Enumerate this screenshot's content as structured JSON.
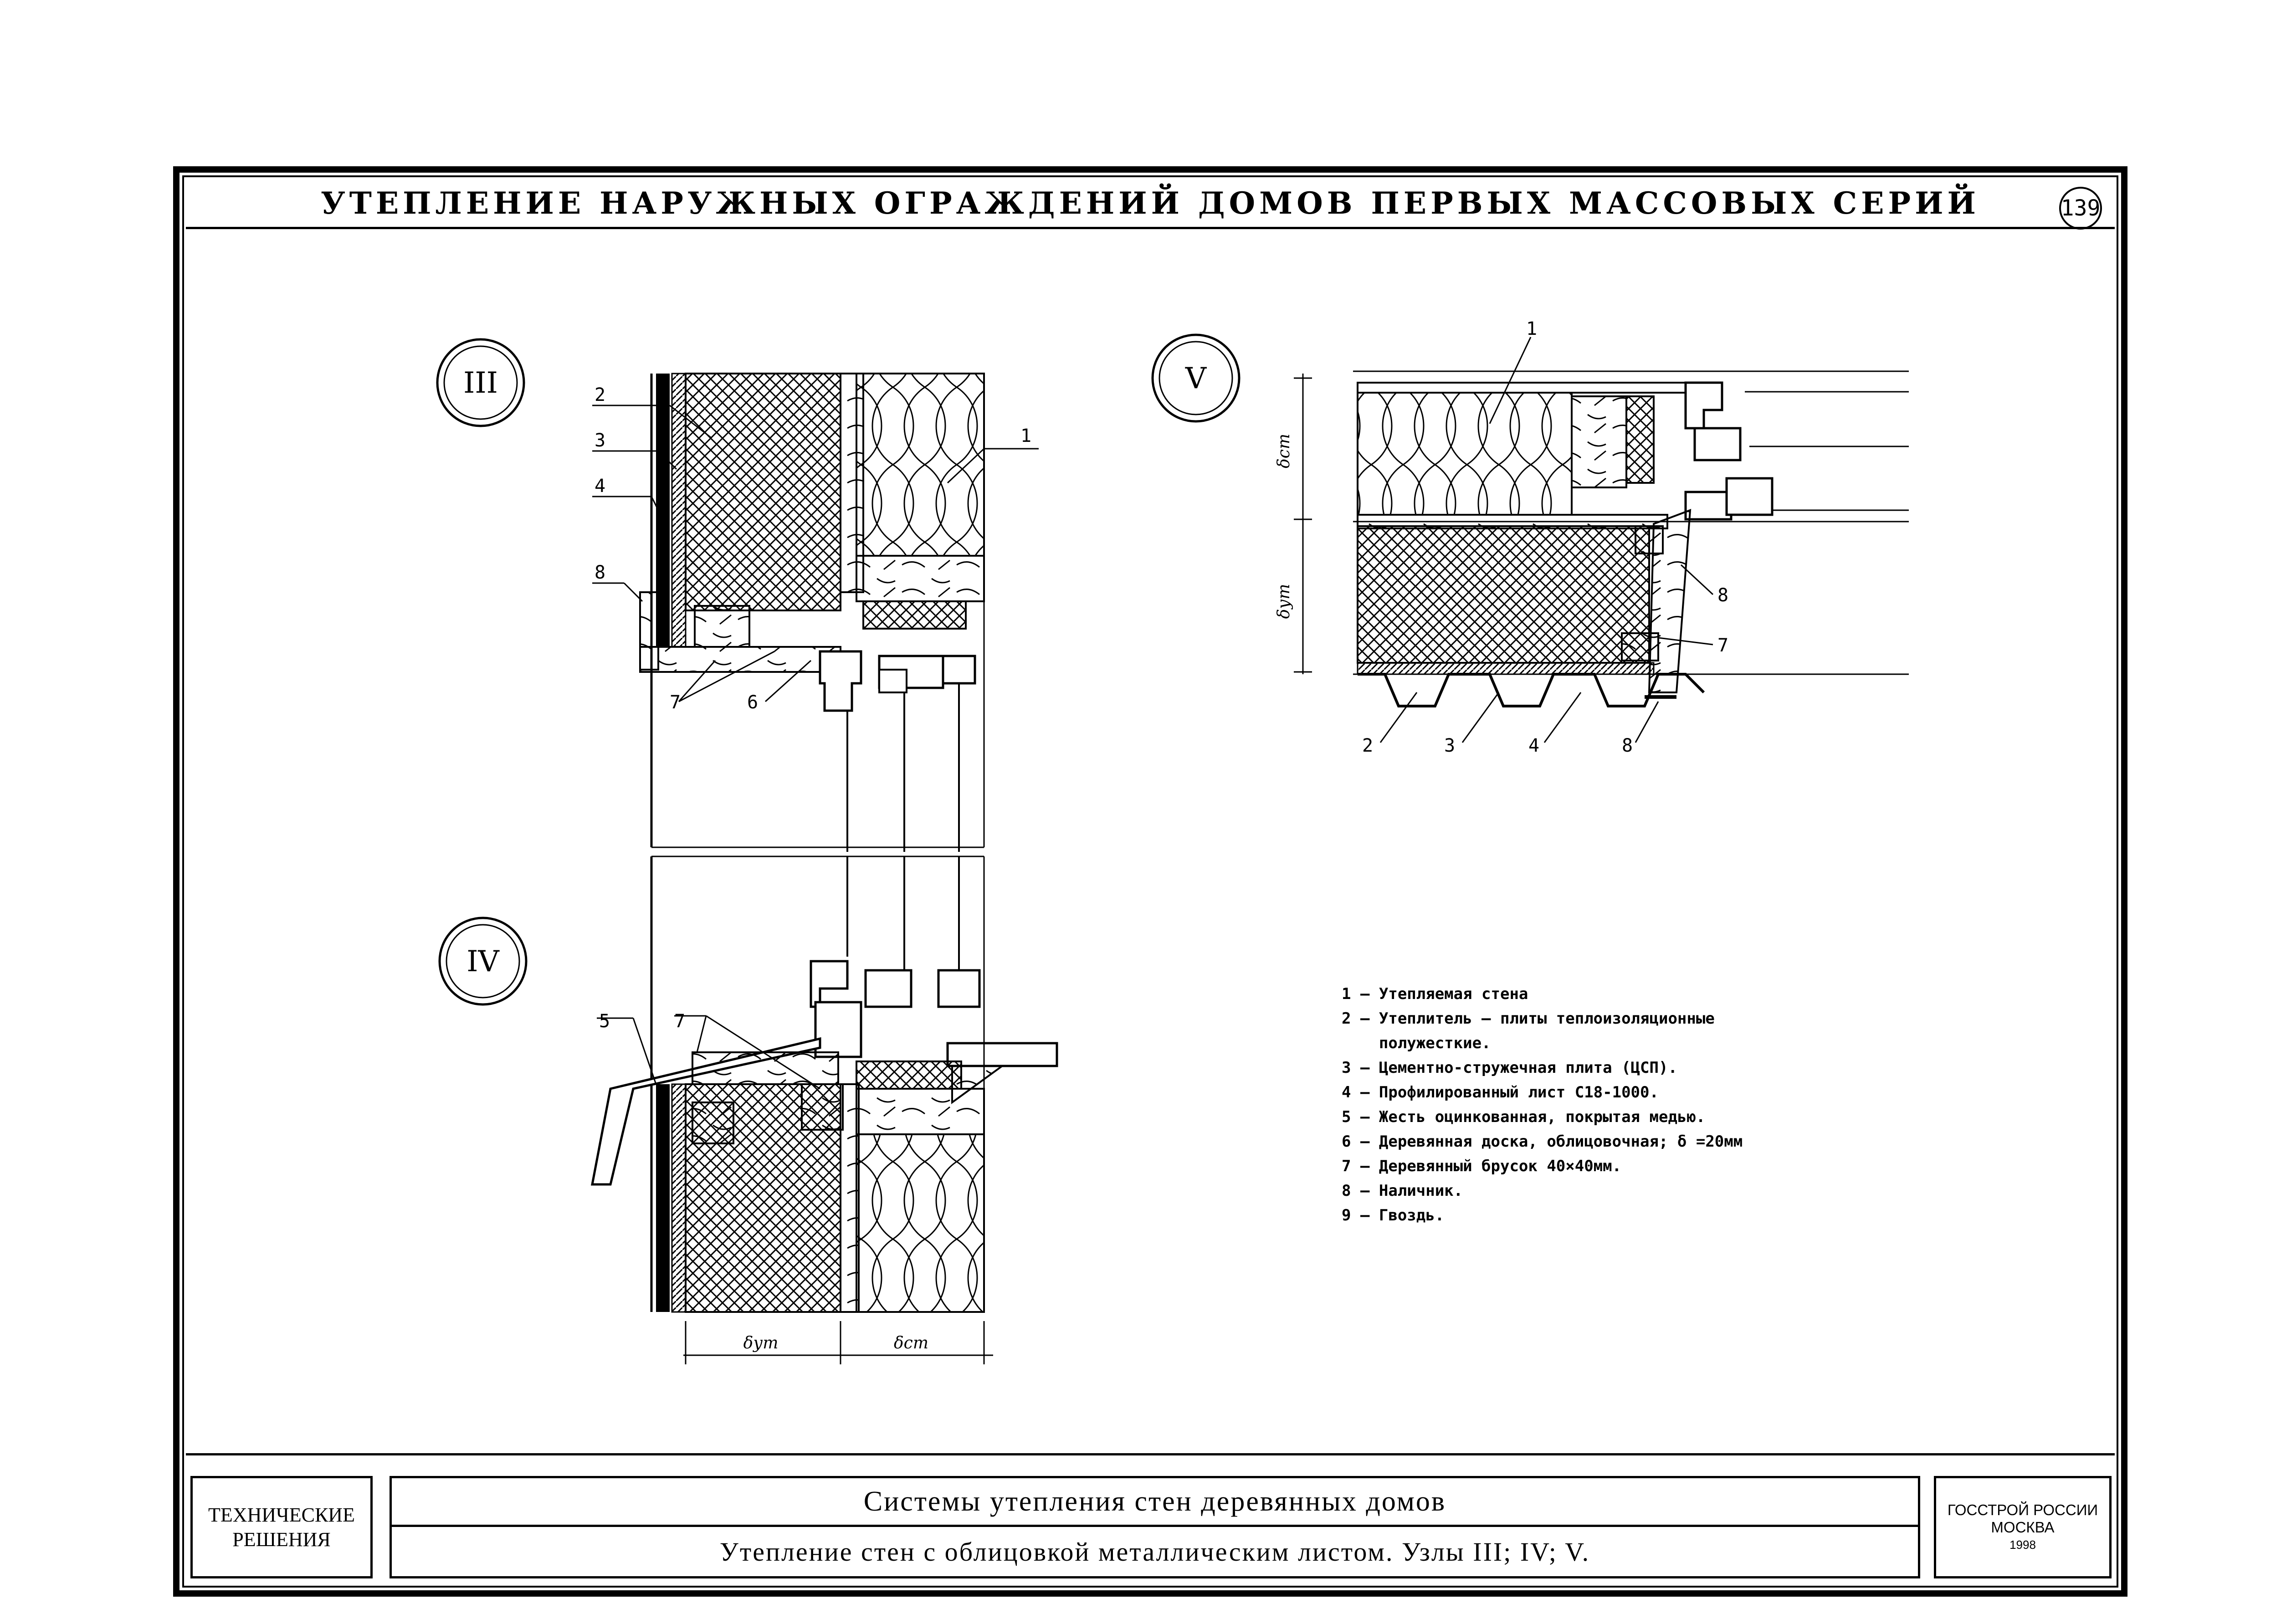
{
  "header": {
    "title": "УТЕПЛЕНИЕ НАРУЖНЫХ ОГРАЖДЕНИЙ ДОМОВ ПЕРВЫХ МАССОВЫХ СЕРИЙ",
    "sheet_number": "139"
  },
  "nodes": {
    "node_3": "III",
    "node_4": "IV",
    "node_5": "V"
  },
  "callouts": {
    "n1": "1",
    "n2": "2",
    "n3": "3",
    "n4": "4",
    "n5": "5",
    "n6": "6",
    "n7": "7",
    "n8": "8"
  },
  "dimensions": {
    "insulation": "δут",
    "wall": "δст"
  },
  "legend": [
    "1 – Утепляемая стена",
    "2 – Утеплитель – плиты теплоизоляционные",
    "    полужесткие.",
    "3 – Цементно-стружечная плита (ЦСП).",
    "4 – Профилированный лист С18-1000.",
    "5 – Жесть оцинкованная, покрытая медью.",
    "6 – Деревянная доска, облицовочная; δ =20мм",
    "7 – Деревянный брусок 40×40мм.",
    "8 – Наличник.",
    "9 – Гвоздь."
  ],
  "title_block": {
    "left_line1": "ТЕХНИЧЕСКИЕ",
    "left_line2": "РЕШЕНИЯ",
    "main_title": "Системы утепления стен деревянных домов",
    "subtitle": "Утепление стен с облицовкой металлическим листом. Узлы III; IV; V.",
    "org_line1": "ГОССТРОЙ РОССИИ",
    "org_line2": "МОСКВА",
    "org_year": "1998"
  }
}
